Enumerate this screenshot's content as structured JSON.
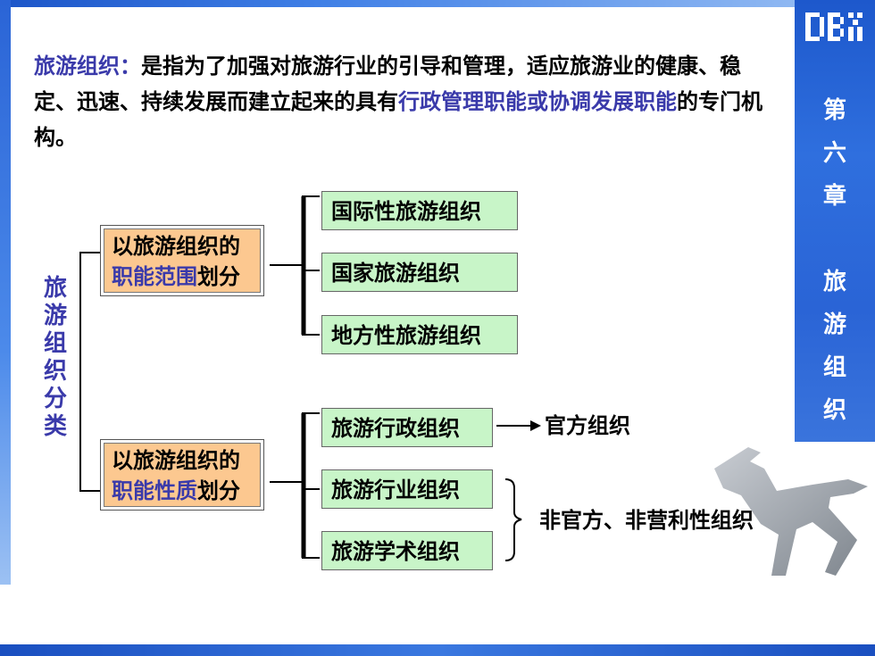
{
  "sidebar": {
    "logo_icon": "pixel-logo-icon",
    "chapter_chars": [
      "第",
      "六",
      "章",
      "",
      "旅",
      "游",
      "组",
      "织"
    ]
  },
  "intro": {
    "term": "旅游组织：",
    "text_a": "是指为了加强对旅游行业的引导和管理，适应旅游业的健康、稳定、迅速、持续发展而建立起来的具有",
    "highlight_a": "行政管理职能或协调发展职能",
    "text_b": "的专门机构。"
  },
  "diagram": {
    "root_chars": [
      "旅",
      "游",
      "组",
      "织",
      "分",
      "类"
    ],
    "branch1": {
      "line1": "以旅游组织的",
      "line2_highlight": "职能范围",
      "line2_suffix": "划分",
      "items": [
        "国际性旅游组织",
        "国家旅游组织",
        "地方性旅游组织"
      ]
    },
    "branch2": {
      "line1": "以旅游组织的",
      "line2_highlight": "职能性质",
      "line2_suffix": "划分",
      "items": [
        "旅游行政组织",
        "旅游行业组织",
        "旅游学术组织"
      ],
      "official_label": "官方组织",
      "nonprofit_label": "非官方、非营利性组织"
    }
  },
  "colors": {
    "accent_blue": "#3a3aaa",
    "category_fill": "#fcc890",
    "leaf_fill": "#c8f5c8",
    "sidebar_blue": "#2a64d6"
  }
}
